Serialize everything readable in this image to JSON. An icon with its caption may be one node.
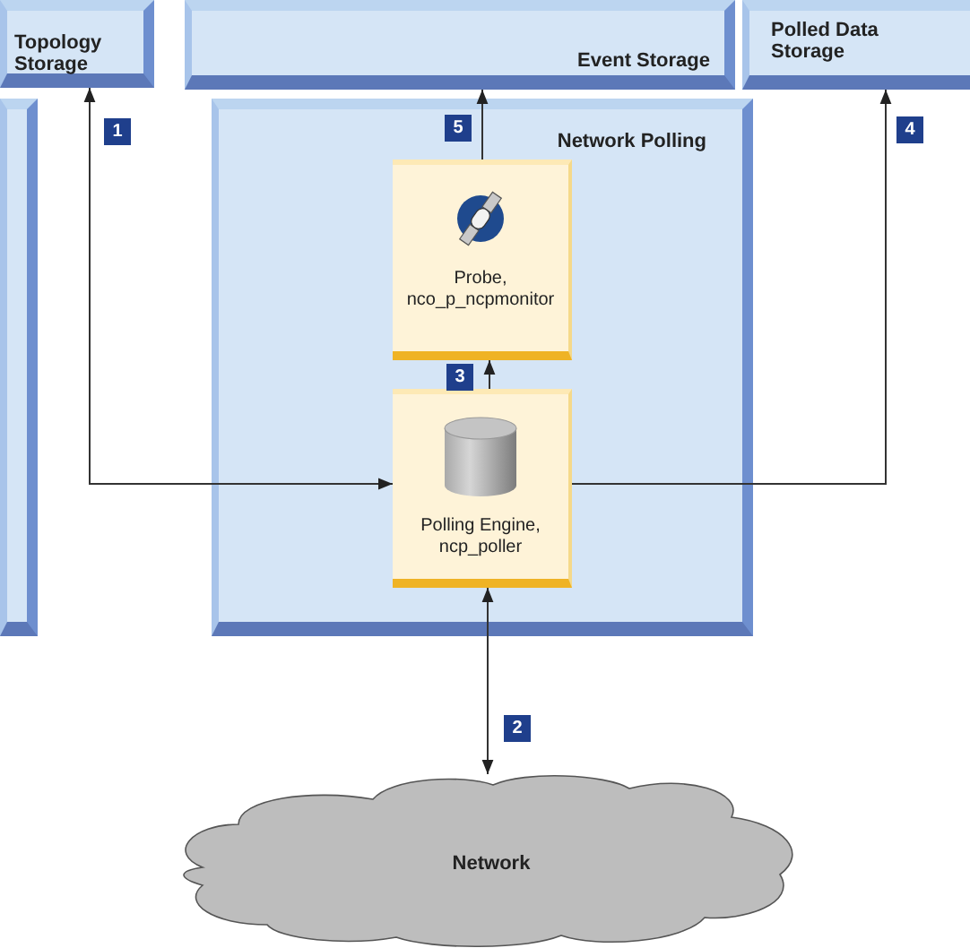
{
  "diagram": {
    "nodes": [
      {
        "text": [
          "Topology Storage"
        ]
      },
      {
        "text": [
          "Event Storage"
        ]
      },
      {
        "text": [
          "Polled Data Storage"
        ]
      },
      {
        "text": [],
        "shape": "box"
      },
      {
        "text": [
          "Network Polling"
        ]
      },
      {
        "text": [
          "Probe, nco_p_ncpmonitor"
        ],
        "in": 4
      },
      {
        "text": [
          "Polling Engine, ncp_poller"
        ],
        "in": 4
      },
      {
        "text": [
          "Network"
        ]
      }
    ],
    "edges": [
      {
        "from": 6,
        "to": 0,
        "arrow": "both",
        "label": "1"
      },
      {
        "from": 6,
        "to": 2,
        "arrow": "to",
        "label": "4"
      },
      {
        "from": 6,
        "to": 5,
        "arrow": "to",
        "label": "3"
      },
      {
        "from": 5,
        "to": 1,
        "arrow": "to",
        "label": "5"
      },
      {
        "from": 6,
        "to": 7,
        "arrow": "both",
        "label": "2"
      }
    ]
  }
}
